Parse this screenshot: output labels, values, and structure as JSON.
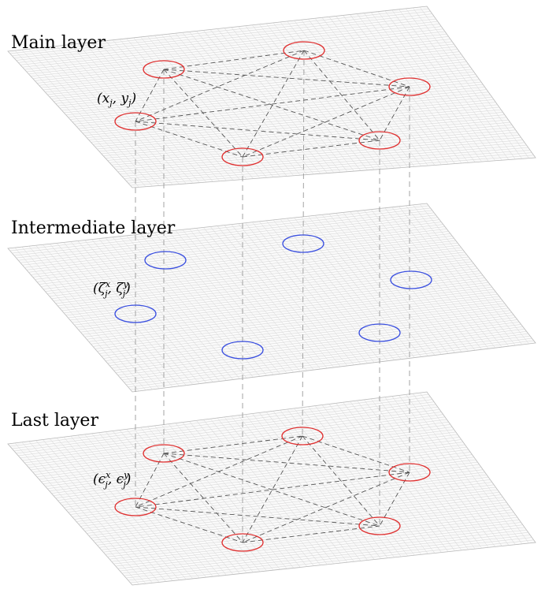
{
  "layers": [
    {
      "id": "main",
      "label": "Main layer",
      "node_label": "(x_j, y_j)",
      "node_color": "#e03030",
      "node_count": 6,
      "connected": true
    },
    {
      "id": "intermediate",
      "label": "Intermediate layer",
      "node_label": "(ζ_j^x, ζ_j^y)",
      "node_color": "#3a4fe0",
      "node_count": 6,
      "connected": false
    },
    {
      "id": "last",
      "label": "Last layer",
      "node_label": "(ϵ_j^x, ϵ_j^y)",
      "node_color": "#e03030",
      "node_count": 6,
      "connected": true
    }
  ],
  "grid_color": "#d4d4d4",
  "edge_color": "#555555",
  "vertical_line_color": "#9a9a9a"
}
